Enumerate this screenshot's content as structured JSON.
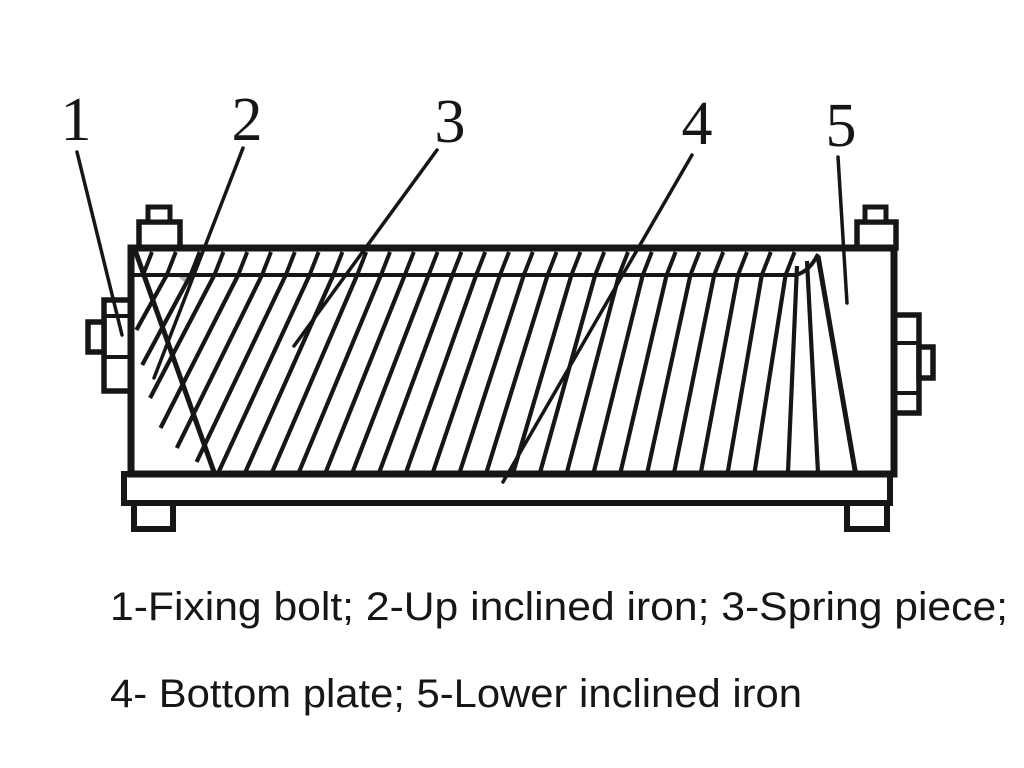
{
  "diagram": {
    "ink": "#161616",
    "paper": "#ffffff",
    "shade": "#b4b4b4",
    "labels": [
      {
        "number": "1",
        "part": "Fixing bolt"
      },
      {
        "number": "2",
        "part": "Up inclined iron"
      },
      {
        "number": "3",
        "part": "Spring piece"
      },
      {
        "number": "4",
        "part": "Bottom plate"
      },
      {
        "number": "5",
        "part": "Lower inclined iron"
      }
    ]
  },
  "caption": {
    "line1": "1-Fixing bolt; 2-Up inclined iron; 3-Spring piece;",
    "line2": "4- Bottom plate; 5-Lower inclined iron"
  }
}
